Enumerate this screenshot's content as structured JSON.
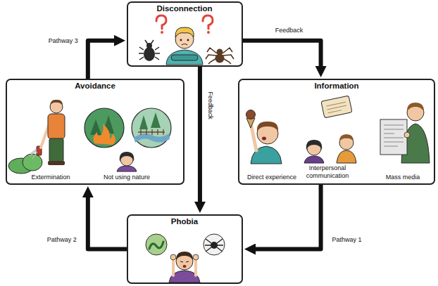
{
  "diagram": {
    "nodes": [
      {
        "text": [
          "Disconnection"
        ]
      },
      {
        "text": [
          "Avoidance",
          "Extermination",
          "Not using nature"
        ]
      },
      {
        "text": [
          "Information",
          "Direct experience",
          "Interpersonal communication",
          "Mass media"
        ]
      },
      {
        "text": [
          "Phobia"
        ]
      }
    ],
    "edges": [
      {
        "from": 0,
        "to": 2,
        "arrow": "to",
        "label": "Feedback"
      },
      {
        "from": 0,
        "to": 3,
        "arrow": "to",
        "label": "Feedback"
      },
      {
        "from": 2,
        "to": 3,
        "arrow": "to",
        "label": "Pathway 1"
      },
      {
        "from": 3,
        "to": 1,
        "arrow": "to",
        "label": "Pathway 2"
      },
      {
        "from": 1,
        "to": 0,
        "arrow": "to",
        "label": "Pathway 3"
      }
    ]
  }
}
